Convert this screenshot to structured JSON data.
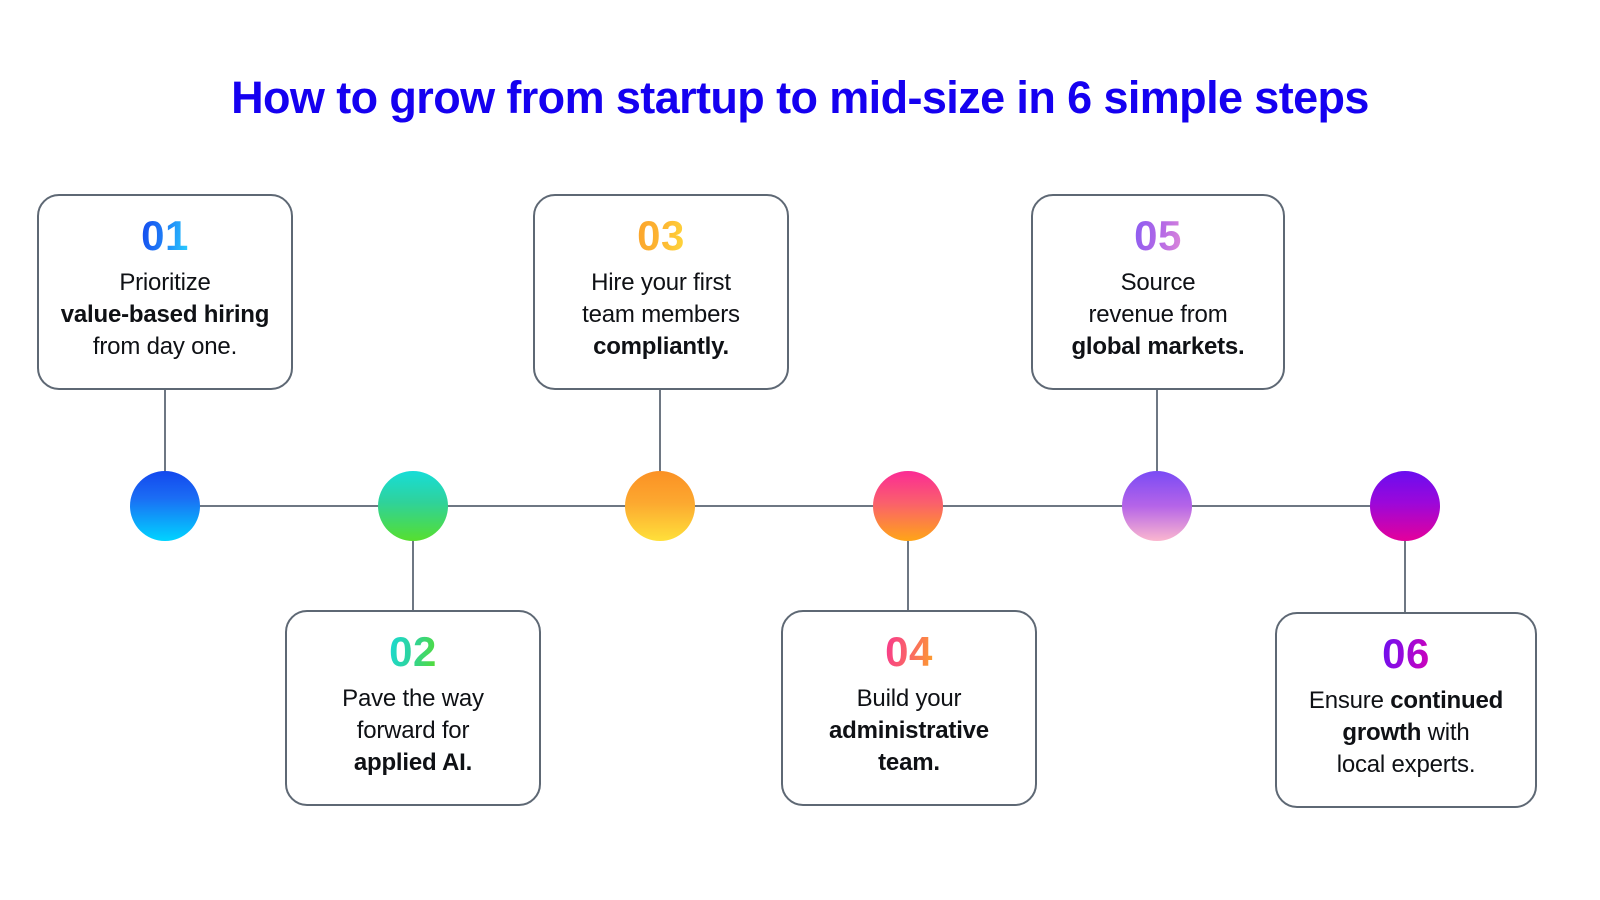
{
  "title": "How to grow from startup to mid-size in 6 simple steps",
  "colors": {
    "title": "#1500f0",
    "line": "#6e7783",
    "card_border": "#5e6874",
    "body_text": "#0f1115",
    "background": "#ffffff"
  },
  "steps": [
    {
      "number": "01",
      "position": "top",
      "text_lines": [
        {
          "normal": "Prioritize"
        },
        {
          "bold": "value-based hiring"
        },
        {
          "normal": "from day one."
        }
      ],
      "node_gradient_from": "#1348ee",
      "node_gradient_to": "#00d4ff"
    },
    {
      "number": "02",
      "position": "bottom",
      "text_lines": [
        {
          "normal": "Pave the way"
        },
        {
          "normal": "forward for"
        },
        {
          "bold": "applied AI."
        }
      ],
      "node_gradient_from": "#16ddd8",
      "node_gradient_to": "#56df2e"
    },
    {
      "number": "03",
      "position": "top",
      "text_lines": [
        {
          "normal": "Hire your first"
        },
        {
          "normal": "team members"
        },
        {
          "bold": "compliantly."
        }
      ],
      "node_gradient_from": "#fb9124",
      "node_gradient_to": "#ffe03a"
    },
    {
      "number": "04",
      "position": "bottom",
      "text_lines": [
        {
          "normal": "Build your"
        },
        {
          "bold": "administrative"
        },
        {
          "bold": "team."
        }
      ],
      "node_gradient_from": "#fb2b95",
      "node_gradient_to": "#ffa517"
    },
    {
      "number": "05",
      "position": "top",
      "text_lines": [
        {
          "normal": "Source"
        },
        {
          "normal": "revenue from"
        },
        {
          "bold": "global markets."
        }
      ],
      "node_gradient_from": "#7a4bf5",
      "node_gradient_to": "#fbb7cf"
    },
    {
      "number": "06",
      "position": "bottom",
      "text_lines": [
        {
          "normal": "Ensure ",
          "bold": "continued"
        },
        {
          "bold": "growth",
          "normal_after": " with"
        },
        {
          "normal": "local experts."
        }
      ],
      "node_gradient_from": "#6a0df0",
      "node_gradient_to": "#e4009b"
    }
  ]
}
